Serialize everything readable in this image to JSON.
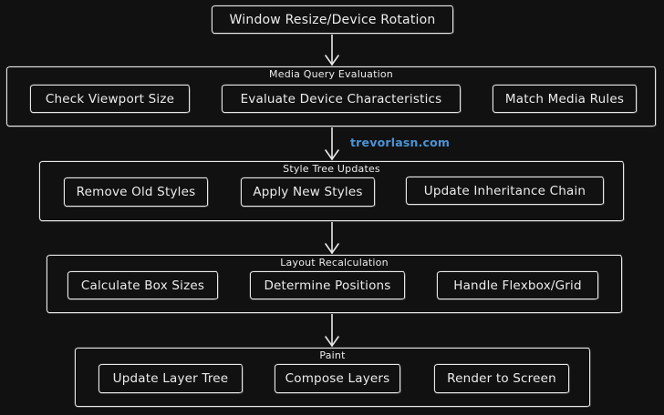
{
  "canvas": {
    "background": "#111111",
    "stroke": "#e9e9e9",
    "text": "#ececec",
    "watermark": "#4a94d8"
  },
  "start_node": {
    "label": "Window Resize/Device Rotation"
  },
  "watermark": {
    "label": "trevorlasn.com"
  },
  "arrows": {
    "count": 4,
    "direction": "down"
  },
  "groups": [
    {
      "label": "Media Query Evaluation",
      "boxes": [
        "Check Viewport Size",
        "Evaluate Device Characteristics",
        "Match Media Rules"
      ]
    },
    {
      "label": "Style Tree Updates",
      "boxes": [
        "Remove Old Styles",
        "Apply New Styles",
        "Update Inheritance Chain"
      ]
    },
    {
      "label": "Layout Recalculation",
      "boxes": [
        "Calculate Box Sizes",
        "Determine Positions",
        "Handle Flexbox/Grid"
      ]
    },
    {
      "label": "Paint",
      "boxes": [
        "Update Layer Tree",
        "Compose Layers",
        "Render to Screen"
      ]
    }
  ]
}
